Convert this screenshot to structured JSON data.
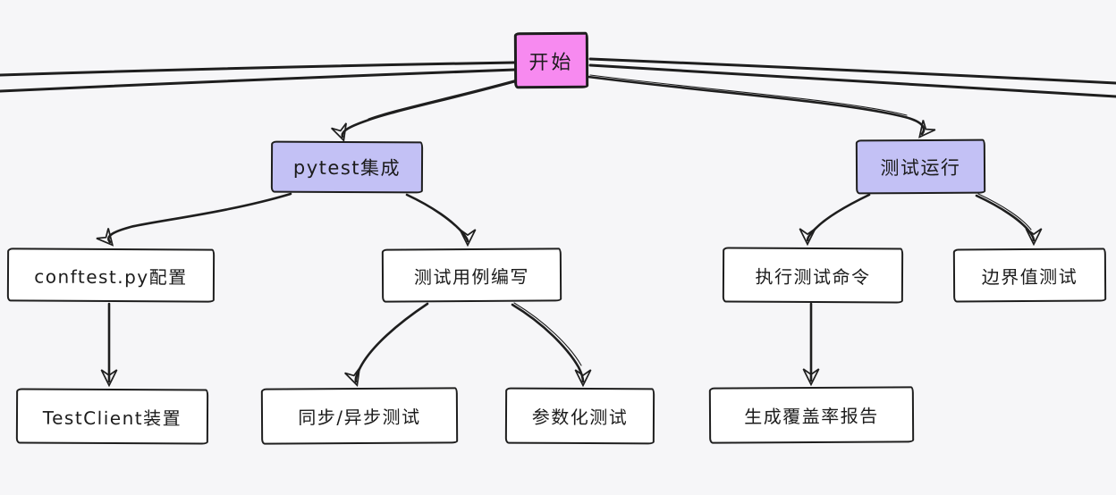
{
  "diagram": {
    "type": "flowchart",
    "style": "hand-drawn",
    "colors": {
      "background": "#f6f6f8",
      "stroke": "#1e1e1e",
      "start_fill": "#f78af0",
      "branch_fill": "#c3c1f5",
      "node_fill": "#ffffff",
      "text_color": "#1b1b1b"
    },
    "nodes": {
      "start": {
        "label": "开始"
      },
      "pytest": {
        "label": "pytest集成"
      },
      "testrun": {
        "label": "测试运行"
      },
      "conftest": {
        "label": "conftest.py配置"
      },
      "testcase": {
        "label": "测试用例编写"
      },
      "execcmd": {
        "label": "执行测试命令"
      },
      "boundary": {
        "label": "边界值测试"
      },
      "testclient": {
        "label": "TestClient装置"
      },
      "syncasync": {
        "label": "同步/异步测试"
      },
      "param": {
        "label": "参数化测试"
      },
      "coverage": {
        "label": "生成覆盖率报告"
      }
    },
    "edges": [
      {
        "from": "开始",
        "to": "offscreen-left-upper"
      },
      {
        "from": "开始",
        "to": "offscreen-left-lower"
      },
      {
        "from": "开始",
        "to": "offscreen-right-upper"
      },
      {
        "from": "开始",
        "to": "offscreen-right-lower"
      },
      {
        "from": "开始",
        "to": "pytest集成"
      },
      {
        "from": "开始",
        "to": "测试运行"
      },
      {
        "from": "pytest集成",
        "to": "conftest.py配置"
      },
      {
        "from": "pytest集成",
        "to": "测试用例编写"
      },
      {
        "from": "conftest.py配置",
        "to": "TestClient装置"
      },
      {
        "from": "测试用例编写",
        "to": "同步/异步测试"
      },
      {
        "from": "测试用例编写",
        "to": "参数化测试"
      },
      {
        "from": "测试运行",
        "to": "执行测试命令"
      },
      {
        "from": "测试运行",
        "to": "边界值测试"
      },
      {
        "from": "执行测试命令",
        "to": "生成覆盖率报告"
      }
    ]
  }
}
